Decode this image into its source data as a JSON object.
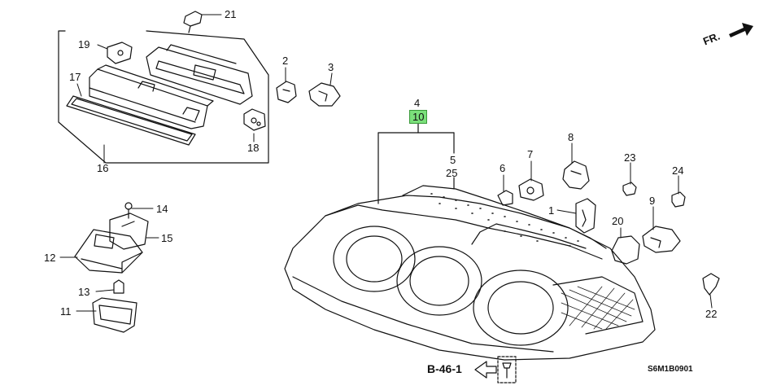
{
  "callouts": {
    "c1": "1",
    "c2": "2",
    "c3": "3",
    "c4": "4",
    "c5": "5",
    "c6": "6",
    "c7": "7",
    "c8": "8",
    "c9": "9",
    "c10": "10",
    "c11": "11",
    "c12": "12",
    "c13": "13",
    "c14": "14",
    "c15": "15",
    "c16": "16",
    "c17": "17",
    "c18": "18",
    "c19": "19",
    "c20": "20",
    "c21": "21",
    "c22": "22",
    "c23": "23",
    "c24": "24",
    "c25": "25"
  },
  "direction": {
    "label": "FR."
  },
  "reference": {
    "label": "B-46-1"
  },
  "diagram_code": "S6M1B0901",
  "colors": {
    "highlight": "#7be07b",
    "ink": "#111111"
  }
}
